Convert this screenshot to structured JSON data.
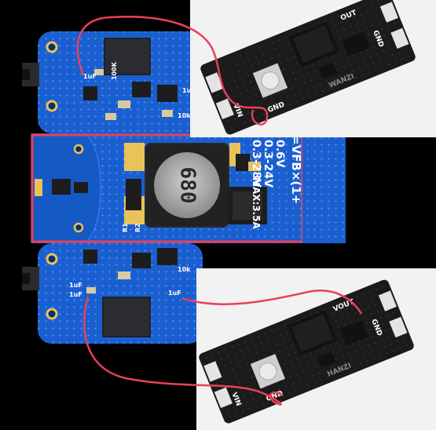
{
  "board": {
    "formula": "=VFB×(1+",
    "r1": "R1",
    "r2": "R2",
    "fb_voltage": "0.6V",
    "in_range": "0.3-24V",
    "out_range": "0.3-28V",
    "max_current": "MAX:3.5A",
    "inductor_value": "680",
    "silk_1uf": "1uF",
    "silk_10k": "10k",
    "silk_100k": "100K",
    "silk_r1": "R1",
    "silk_r2": "R2"
  },
  "module_top": {
    "vin": "VIN",
    "gnd_in": "GND",
    "gnd_out": "GND",
    "vout": "OUT",
    "brand": "WANZI"
  },
  "module_bottom": {
    "vin": "VIN",
    "gnd_in": "GND",
    "gnd_out": "GND",
    "vout": "VOUT",
    "brand": "HANZI"
  },
  "colors": {
    "pcb_blue": "#1a5fd0",
    "pcb_dark": "#0f47a8",
    "module_black": "#1b1b1b",
    "annotation_red": "#e8415a",
    "highlight_box": "#e8415a"
  }
}
